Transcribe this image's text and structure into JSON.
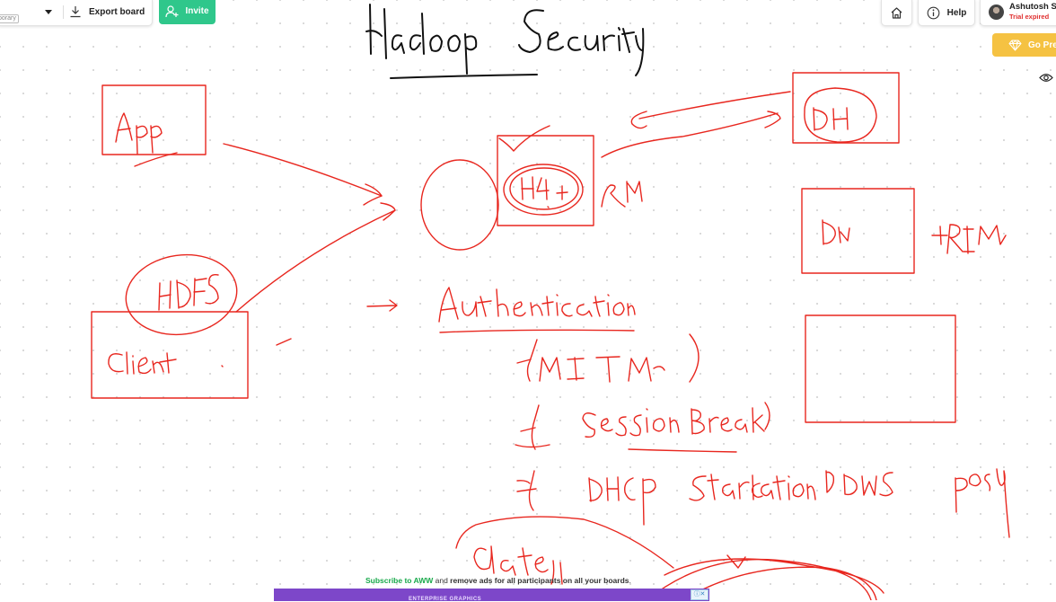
{
  "toolbar": {
    "workspace_tag": "porary",
    "export_label": "Export board",
    "invite_label": "Invite",
    "help_label": "Help",
    "go_premium_label": "Go Pre"
  },
  "user": {
    "name": "Ashutosh Si",
    "trial_status": "Trial expired"
  },
  "board": {
    "sketch": "Hadoop Security whiteboard drawing with App, Client, HDFS, HM, RM, DN, Authentication, MITM, Session Break, DHCP Starvation, DNS poisoning, data",
    "ink_color": "#e8271f"
  },
  "footer": {
    "subscribe_link": "Subscribe to AWW",
    "subscribe_and": " and ",
    "subscribe_bold": "remove ads for all participants on all your boards",
    "subscribe_end": ".",
    "ad_text": "ENTERPRISE GRAPHICS"
  },
  "icons": [
    "chevron-down-icon",
    "download-icon",
    "add-user-icon",
    "home-icon",
    "info-icon",
    "diamond-icon",
    "eye-icon",
    "ad-choices-icon"
  ]
}
